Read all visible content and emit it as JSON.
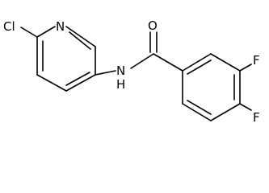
{
  "molecule": {
    "atoms": {
      "cl": "Cl",
      "n_ring": "N",
      "nh": "N",
      "h": "H",
      "o": "O",
      "f3": "F",
      "f4": "F"
    }
  }
}
